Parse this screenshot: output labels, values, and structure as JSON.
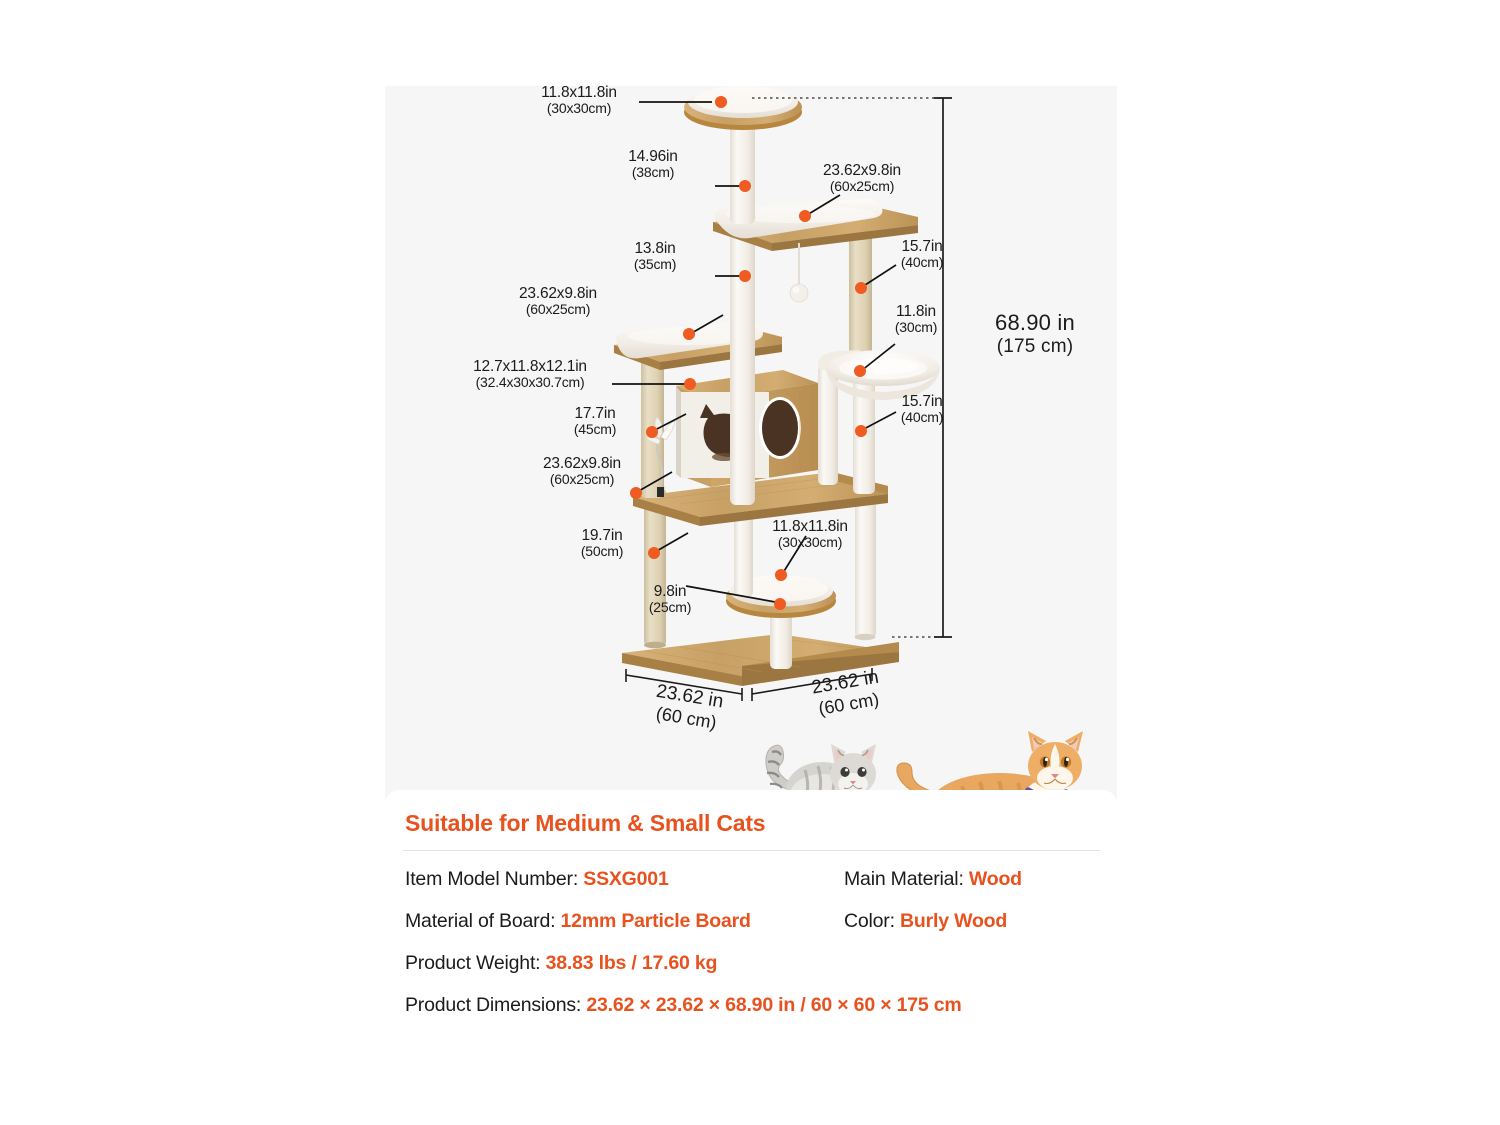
{
  "diagram": {
    "product": "wooden multi-level cat tree tower",
    "total_height": {
      "inches": "68.90 in",
      "cm": "(175 cm)"
    },
    "base": {
      "front": {
        "inches": "23.62 in",
        "cm": "(60 cm)"
      },
      "side": {
        "inches": "23.62 in",
        "cm": "(60 cm)"
      }
    },
    "callouts": [
      {
        "id": "top-perch",
        "in": "11.8x11.8in",
        "cm": "(30x30cm)"
      },
      {
        "id": "top-post",
        "in": "14.96in",
        "cm": "(38cm)"
      },
      {
        "id": "upper-platform",
        "in": "23.62x9.8in",
        "cm": "(60x25cm)"
      },
      {
        "id": "mid-post",
        "in": "13.8in",
        "cm": "(35cm)"
      },
      {
        "id": "right-upper-post",
        "in": "15.7in",
        "cm": "(40cm)"
      },
      {
        "id": "mid-platform",
        "in": "23.62x9.8in",
        "cm": "(60x25cm)"
      },
      {
        "id": "bowl-cradle",
        "in": "11.8in",
        "cm": "(30cm)"
      },
      {
        "id": "condo-house",
        "in": "12.7x11.8x12.1in",
        "cm": "(32.4x30x30.7cm)"
      },
      {
        "id": "left-post",
        "in": "17.7in",
        "cm": "(45cm)"
      },
      {
        "id": "right-lower-post",
        "in": "15.7in",
        "cm": "(40cm)"
      },
      {
        "id": "lower-platform",
        "in": "23.62x9.8in",
        "cm": "(60x25cm)"
      },
      {
        "id": "tall-left-post",
        "in": "19.7in",
        "cm": "(50cm)"
      },
      {
        "id": "round-perch",
        "in": "11.8x11.8in",
        "cm": "(30x30cm)"
      },
      {
        "id": "base-post",
        "in": "9.8in",
        "cm": "(25cm)"
      }
    ]
  },
  "spec": {
    "title": "Suitable for Medium & Small Cats",
    "rows": [
      {
        "label": "Item Model Number:",
        "value": "SSXG001"
      },
      {
        "label": "Main Material:",
        "value": "Wood"
      },
      {
        "label": "Material of Board:",
        "value": "12mm Particle Board"
      },
      {
        "label": "Color:",
        "value": "Burly Wood"
      },
      {
        "label": "Product Weight:",
        "value": "38.83 lbs / 17.60 kg"
      },
      {
        "label": "Product Dimensions:",
        "value": "23.62 × 23.62 × 68.90 in / 60 × 60 × 175 cm"
      }
    ]
  },
  "colors": {
    "accent": "#e8521f",
    "text": "#1b1b1b",
    "panel_bg": "#f6f6f6",
    "card_bg": "#ffffff",
    "wood": "#c9a063",
    "wood_dark": "#b08947",
    "plush": "#f4f1ec",
    "sisal": "#ded3bd"
  }
}
